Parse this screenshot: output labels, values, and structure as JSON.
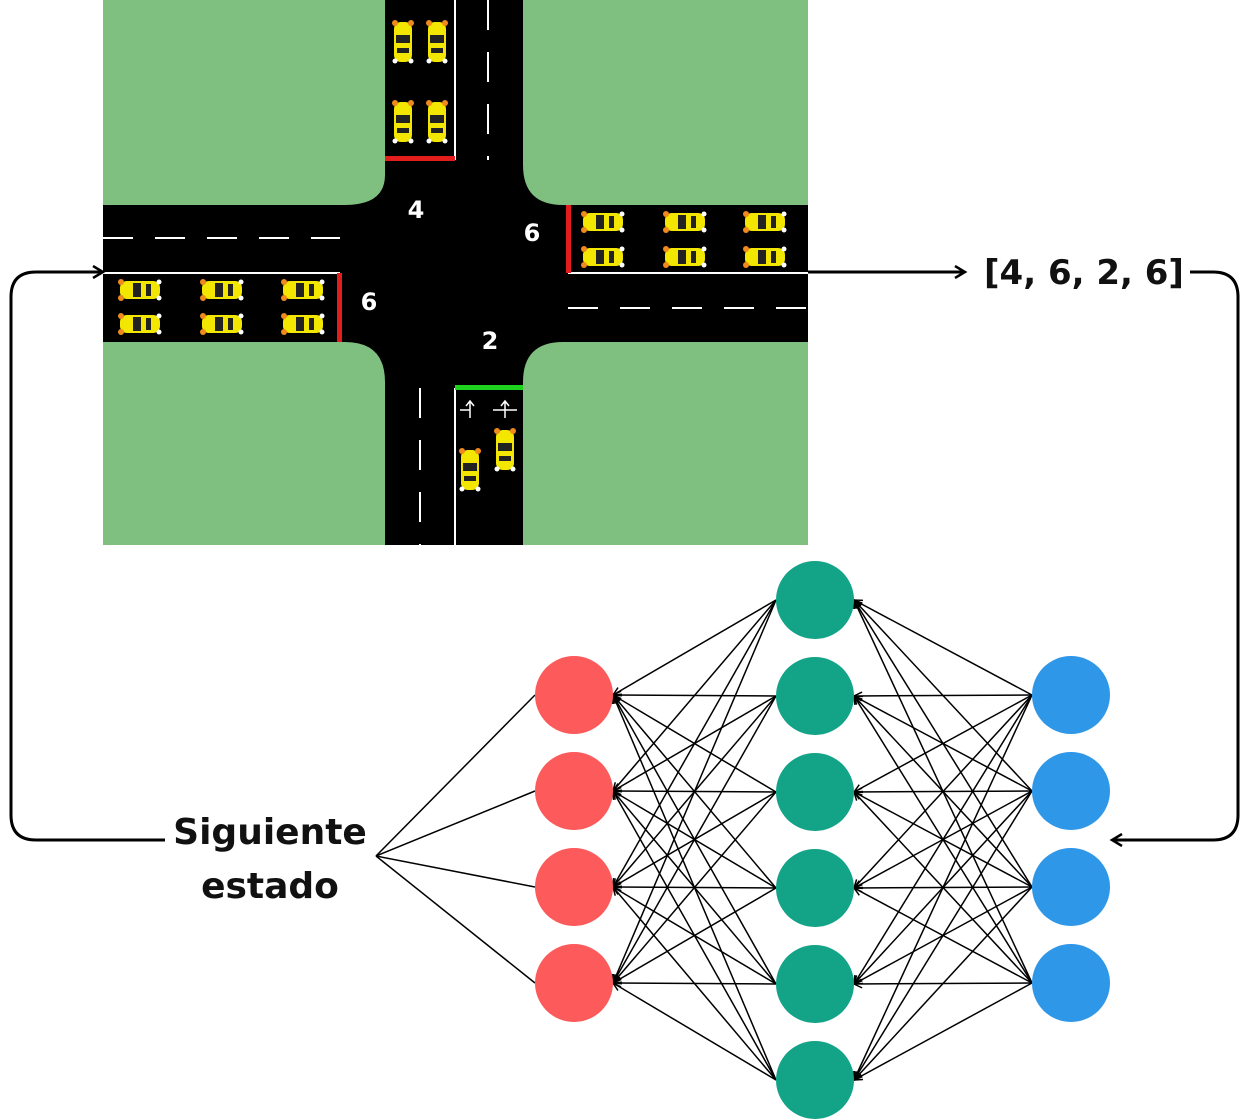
{
  "intersection": {
    "queue_labels": {
      "north": "4",
      "east": "6",
      "west": "6",
      "south": "2"
    },
    "signals": {
      "north": "red",
      "east": "red",
      "west": "red",
      "south": "green"
    },
    "queued_cars": {
      "north": 4,
      "east": 6,
      "west": 6,
      "south": 2
    }
  },
  "state_vector": "[4, 6, 2, 6]",
  "next_state": {
    "line1": "Siguiente",
    "line2": "estado"
  },
  "network": {
    "input_nodes": 4,
    "hidden_nodes": 6,
    "output_nodes": 4
  },
  "colors": {
    "grass": "#7fbf7f",
    "road": "#000000",
    "lane_mark": "#ffffff",
    "car": "#f3e600",
    "signal_red": "#e31c1c",
    "signal_green": "#1dd31d",
    "input_node": "#fd5a5c",
    "hidden_node": "#13a387",
    "output_node": "#2f97e7",
    "line": "#000000"
  }
}
